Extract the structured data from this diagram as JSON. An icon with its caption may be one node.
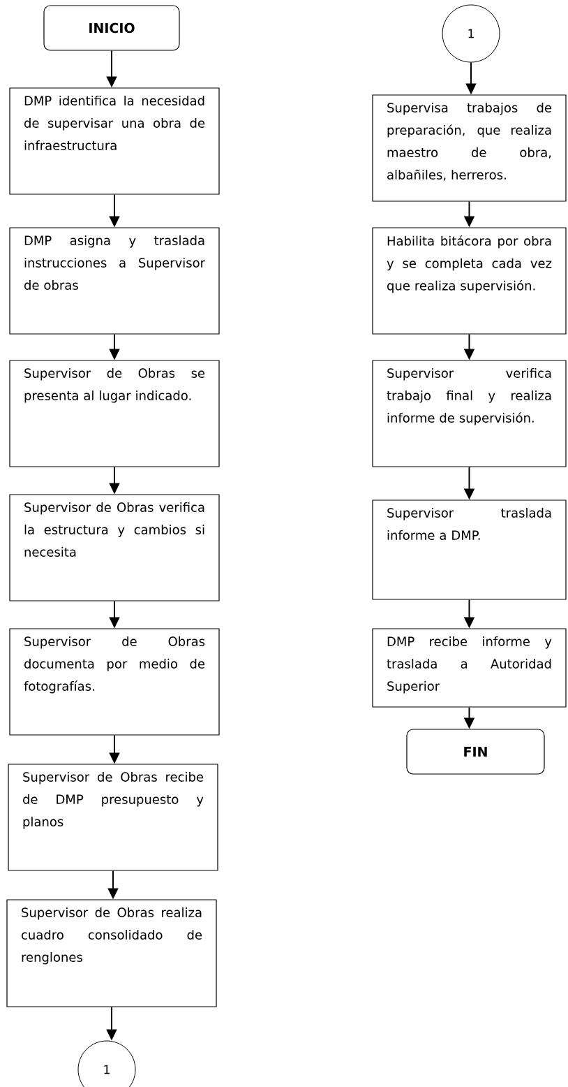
{
  "diagram": {
    "nodes": [
      {
        "text": [
          "INICIO"
        ]
      },
      {
        "text": [
          "DMP identifica la necesidad de supervisar una obra de infraestructura"
        ]
      },
      {
        "text": [
          "DMP asigna y traslada instrucciones a Supervisor de obras"
        ]
      },
      {
        "text": [
          "Supervisor de Obras se presenta al lugar indicado."
        ]
      },
      {
        "text": [
          "Supervisor de Obras verifica la estructura y cambios si necesita"
        ]
      },
      {
        "text": [
          "Supervisor de Obras documenta por medio de fotografías."
        ]
      },
      {
        "text": [
          "Supervisor de Obras recibe de DMP presupuesto y planos"
        ]
      },
      {
        "text": [
          "Supervisor de Obras realiza cuadro consolidado de renglones"
        ]
      },
      {
        "text": [
          "1"
        ]
      },
      {
        "text": [
          "1"
        ]
      },
      {
        "text": [
          "Supervisa trabajos de preparación, que realiza maestro de obra, albañiles, herreros."
        ]
      },
      {
        "text": [
          "Habilita bitácora por obra y se completa cada vez que realiza supervisión."
        ]
      },
      {
        "text": [
          "Supervisor verifica trabajo final y realiza informe de supervisión."
        ]
      },
      {
        "text": [
          "Supervisor traslada informe a DMP."
        ]
      },
      {
        "text": [
          "DMP recibe informe y traslada a Autoridad Superior"
        ]
      },
      {
        "text": [
          "FIN"
        ]
      }
    ],
    "edges": [
      {
        "from": 0,
        "to": 1,
        "arrow": "to"
      },
      {
        "from": 1,
        "to": 2,
        "arrow": "to"
      },
      {
        "from": 2,
        "to": 3,
        "arrow": "to"
      },
      {
        "from": 3,
        "to": 4,
        "arrow": "to"
      },
      {
        "from": 4,
        "to": 5,
        "arrow": "to"
      },
      {
        "from": 5,
        "to": 6,
        "arrow": "to"
      },
      {
        "from": 6,
        "to": 7,
        "arrow": "to"
      },
      {
        "from": 7,
        "to": 8,
        "arrow": "to"
      },
      {
        "from": 9,
        "to": 10,
        "arrow": "to"
      },
      {
        "from": 10,
        "to": 11,
        "arrow": "to"
      },
      {
        "from": 11,
        "to": 12,
        "arrow": "to"
      },
      {
        "from": 12,
        "to": 13,
        "arrow": "to"
      },
      {
        "from": 13,
        "to": 14,
        "arrow": "to"
      },
      {
        "from": 14,
        "to": 15,
        "arrow": "to"
      }
    ]
  }
}
